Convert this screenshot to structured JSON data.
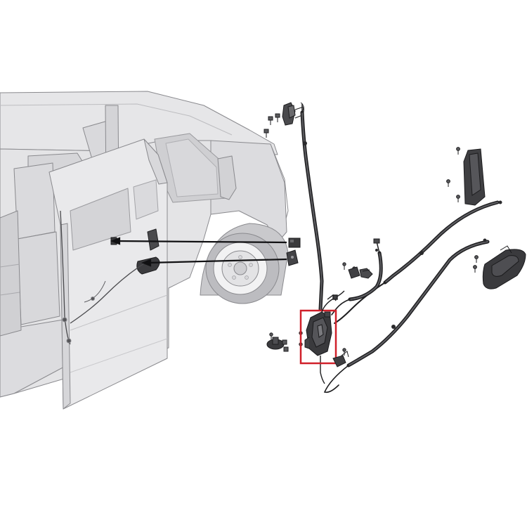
{
  "diagram": {
    "highlight_color": "#d0202a",
    "body_color": "#e4e4e6",
    "line_color": "#3c3c3e",
    "part_color": "#2a2a2c",
    "parts": [
      {
        "name": "van-body-rear"
      },
      {
        "name": "sliding-door"
      },
      {
        "name": "door-lock-actuator",
        "highlighted": true
      },
      {
        "name": "vertical-release-cable"
      },
      {
        "name": "upper-latch"
      },
      {
        "name": "rear-latch-bracket"
      },
      {
        "name": "inner-door-handle"
      },
      {
        "name": "exterior-handle-cable"
      },
      {
        "name": "lower-guide-cable"
      },
      {
        "name": "interior-switch"
      },
      {
        "name": "door-stop-bumper"
      }
    ]
  }
}
